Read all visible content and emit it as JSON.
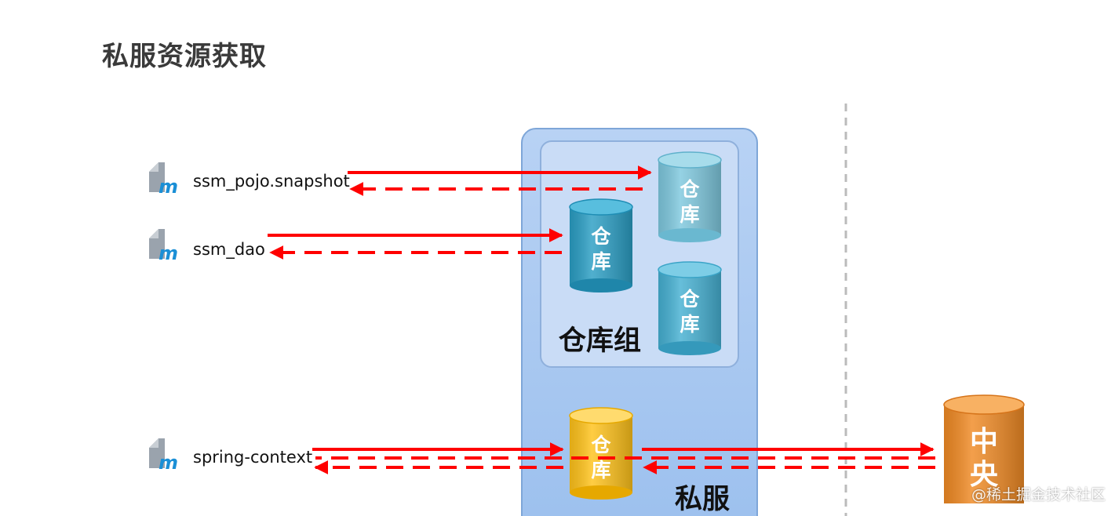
{
  "title": "私服资源获取",
  "artifacts": [
    {
      "name": "ssm_pojo.snapshot",
      "icon": "maven-m-icon"
    },
    {
      "name": "ssm_dao",
      "icon": "maven-m-icon"
    },
    {
      "name": "spring-context",
      "icon": "maven-m-icon"
    }
  ],
  "private_server": {
    "label": "私服",
    "group": {
      "label": "仓库组",
      "repos": [
        {
          "label_top": "仓",
          "label_bottom": "库",
          "color": "#7ec8de"
        },
        {
          "label_top": "仓",
          "label_bottom": "库",
          "color": "#2a9ec4"
        },
        {
          "label_top": "仓",
          "label_bottom": "库",
          "color": "#45b0d2"
        }
      ]
    },
    "proxy_repo": {
      "label_top": "仓",
      "label_bottom": "库",
      "color": "#ffc21a"
    }
  },
  "central": {
    "label_top": "中",
    "label_bottom": "央",
    "color": "#f08a24"
  },
  "watermark": "@稀土掘金技术社区",
  "colors": {
    "arrow": "#ff0000",
    "server_fill": "#a9c8f0",
    "group_fill": "#c7dbf6",
    "divider": "#bbbbbb"
  }
}
